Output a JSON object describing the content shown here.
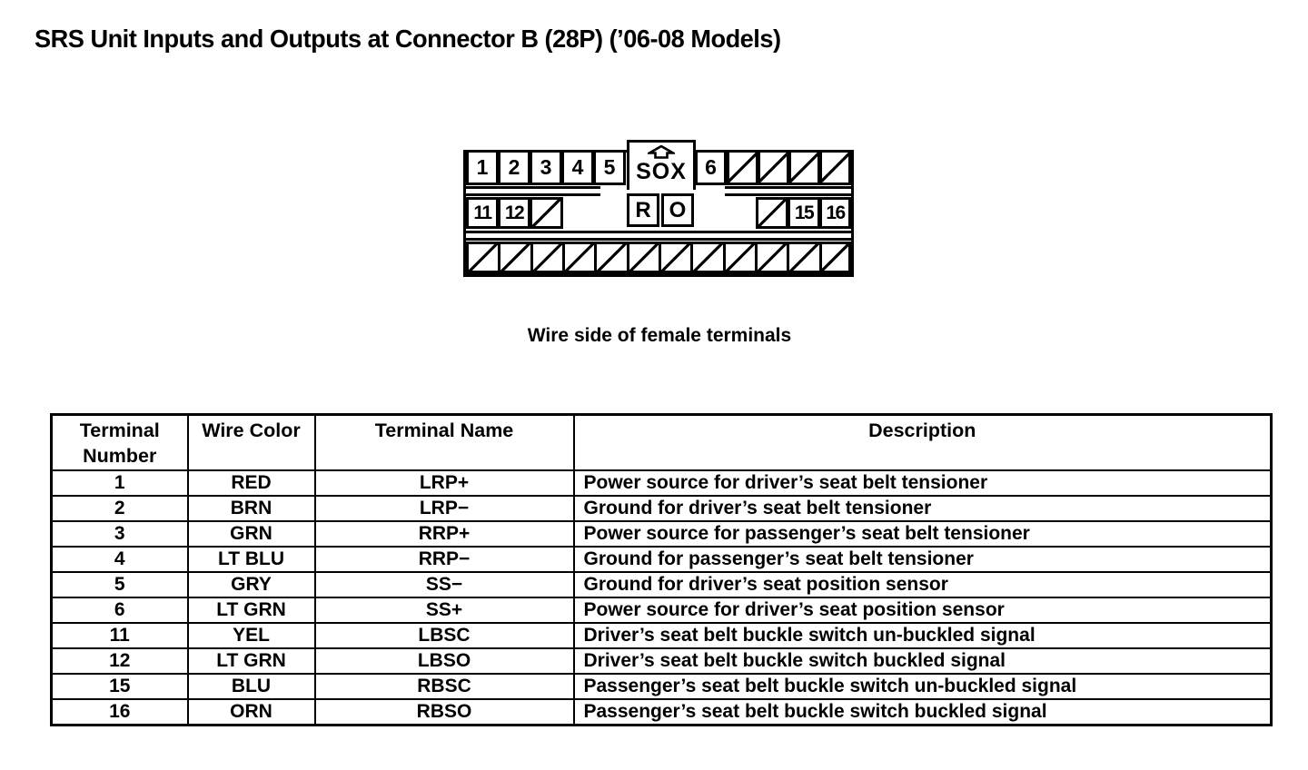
{
  "page": {
    "title": "SRS Unit Inputs and Outputs at Connector B (28P) (’06-08 Models)"
  },
  "connector": {
    "caption": "Wire side of female terminals",
    "tab_label": "SOX",
    "arrow_icon": "up-arrow",
    "key_slots": [
      "R",
      "O"
    ],
    "pin_rows": {
      "top_labels": [
        "1",
        "2",
        "3",
        "4",
        "5",
        "6"
      ],
      "top_hatched_count": 4,
      "middle_labels": [
        "11",
        "12",
        "15",
        "16"
      ],
      "middle_hatched_count": 2,
      "bottom_hatched_count": 12
    }
  },
  "table": {
    "headers": [
      "Terminal\nNumber",
      "Wire Color",
      "Terminal Name",
      "Description"
    ],
    "rows": [
      {
        "terminal": "1",
        "wire_color": "RED",
        "terminal_name": "LRP+",
        "description": "Power source for driver’s seat belt tensioner"
      },
      {
        "terminal": "2",
        "wire_color": "BRN",
        "terminal_name": "LRP−",
        "description": "Ground for driver’s seat belt tensioner"
      },
      {
        "terminal": "3",
        "wire_color": "GRN",
        "terminal_name": "RRP+",
        "description": "Power source for passenger’s seat belt tensioner"
      },
      {
        "terminal": "4",
        "wire_color": "LT BLU",
        "terminal_name": "RRP−",
        "description": "Ground for passenger’s seat belt tensioner"
      },
      {
        "terminal": "5",
        "wire_color": "GRY",
        "terminal_name": "SS−",
        "description": "Ground for driver’s seat position sensor"
      },
      {
        "terminal": "6",
        "wire_color": "LT GRN",
        "terminal_name": "SS+",
        "description": "Power source for driver’s seat position sensor"
      },
      {
        "terminal": "11",
        "wire_color": "YEL",
        "terminal_name": "LBSC",
        "description": "Driver’s seat belt buckle switch un-buckled signal"
      },
      {
        "terminal": "12",
        "wire_color": "LT GRN",
        "terminal_name": "LBSO",
        "description": "Driver’s seat belt buckle switch buckled signal"
      },
      {
        "terminal": "15",
        "wire_color": "BLU",
        "terminal_name": "RBSC",
        "description": "Passenger’s seat belt buckle switch un-buckled signal"
      },
      {
        "terminal": "16",
        "wire_color": "ORN",
        "terminal_name": "RBSO",
        "description": "Passenger’s seat belt buckle switch buckled signal"
      }
    ]
  },
  "colors": {
    "ink": "#000000",
    "paper": "#ffffff"
  }
}
